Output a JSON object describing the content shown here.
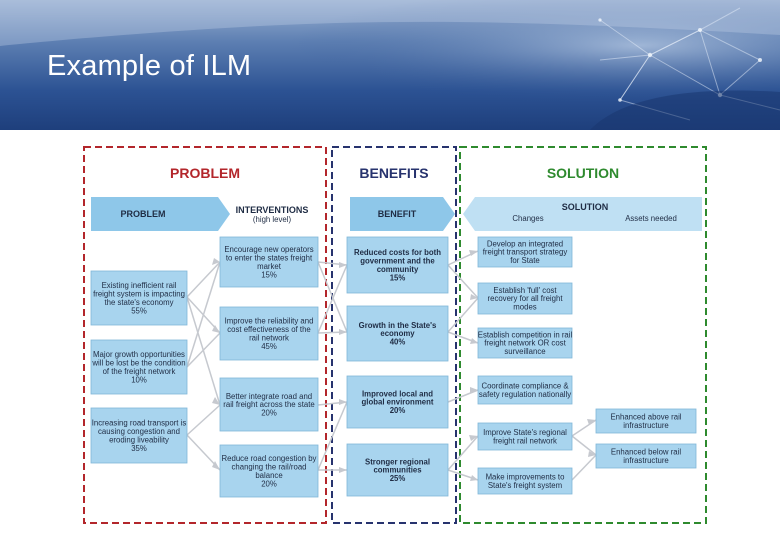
{
  "slide": {
    "title": "Example of ILM"
  },
  "columns": {
    "problem": {
      "title": "PROBLEM",
      "color": "#b3262b"
    },
    "benefits": {
      "title": "BENEFITS",
      "color": "#27336e"
    },
    "solution": {
      "title": "SOLUTION",
      "color": "#2e8a2e"
    }
  },
  "header_row": {
    "problem": "PROBLEM",
    "interventions": "INTERVENTIONS",
    "interventions_sub": "(high level)",
    "benefit": "BENEFIT",
    "solution": "SOLUTION",
    "changes": "Changes",
    "assets_needed": "Assets needed"
  },
  "problems": [
    {
      "lines": [
        "Existing inefficient rail",
        "freight system is impacting",
        "the state's economy"
      ],
      "percent": "55%"
    },
    {
      "lines": [
        "Major growth opportunities",
        "will be lost be the condition",
        "of the freight network"
      ],
      "percent": "10%"
    },
    {
      "lines": [
        "Increasing road transport is",
        "causing congestion and",
        "eroding liveability"
      ],
      "percent": "35%"
    }
  ],
  "interventions": [
    {
      "lines": [
        "Encourage new operators",
        "to enter the states freight",
        "market"
      ],
      "percent": "15%"
    },
    {
      "lines": [
        "Improve the reliability and",
        "cost effectiveness of the",
        "rail network"
      ],
      "percent": "45%"
    },
    {
      "lines": [
        "Better integrate road and",
        "rail freight across the state"
      ],
      "percent": "20%"
    },
    {
      "lines": [
        "Reduce road congestion by",
        "changing the rail/road",
        "balance"
      ],
      "percent": "20%"
    }
  ],
  "benefits": [
    {
      "lines": [
        "Reduced costs for both",
        "government and the",
        "community"
      ],
      "percent": "15%"
    },
    {
      "lines": [
        "Growth in the State's",
        "economy"
      ],
      "percent": "40%"
    },
    {
      "lines": [
        "Improved local and",
        "global environment"
      ],
      "percent": "20%"
    },
    {
      "lines": [
        "Stronger regional",
        "communities"
      ],
      "percent": "25%"
    }
  ],
  "changes": [
    {
      "lines": [
        "Develop an integrated",
        "freight transport strategy",
        "for State"
      ]
    },
    {
      "lines": [
        "Establish 'full' cost",
        "recovery for all freight",
        "modes"
      ]
    },
    {
      "lines": [
        "Establish competition in rail",
        "freight network OR cost",
        "surveillance"
      ]
    },
    {
      "lines": [
        "Coordinate compliance &",
        "safety regulation nationally"
      ]
    },
    {
      "lines": [
        "Improve State's regional",
        "freight rail network"
      ]
    },
    {
      "lines": [
        "Make improvements to",
        "State's freight system"
      ]
    }
  ],
  "assets": [
    {
      "lines": [
        "Enhanced above rail",
        "infrastructure"
      ]
    },
    {
      "lines": [
        "Enhanced below rail",
        "infrastructure"
      ]
    }
  ],
  "colors": {
    "box_fill": "#a8d4ee",
    "box_stroke": "#7fb6d8",
    "arrow_gray": "#c6c9cf",
    "header_arrow": "#8ec7e9"
  }
}
